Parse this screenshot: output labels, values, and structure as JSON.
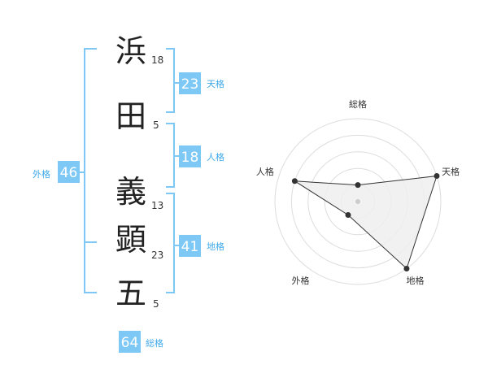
{
  "name": {
    "characters": [
      {
        "char": "浜",
        "strokes": "18"
      },
      {
        "char": "田",
        "strokes": "5"
      },
      {
        "char": "義",
        "strokes": "13"
      },
      {
        "char": "顕",
        "strokes": "23"
      },
      {
        "char": "五",
        "strokes": "5"
      }
    ]
  },
  "kaku": {
    "tenkaku": {
      "value": "23",
      "label": "天格"
    },
    "jinkaku": {
      "value": "18",
      "label": "人格"
    },
    "chikaku": {
      "value": "41",
      "label": "地格"
    },
    "gaikaku": {
      "value": "46",
      "label": "外格"
    },
    "soukaku": {
      "value": "64",
      "label": "総格"
    }
  },
  "colors": {
    "badge_fill": "#7ec8f5",
    "bracket": "#7ec8f5",
    "label_text": "#3fa9e8",
    "radar_fill": "#eeeeee",
    "radar_line": "#333333",
    "ring": "#dddddd"
  },
  "chart_data": {
    "type": "radar",
    "axes": [
      "総格",
      "天格",
      "地格",
      "外格",
      "人格"
    ],
    "max": 5,
    "rings": 5,
    "values": [
      1,
      5,
      5,
      1,
      4
    ]
  }
}
